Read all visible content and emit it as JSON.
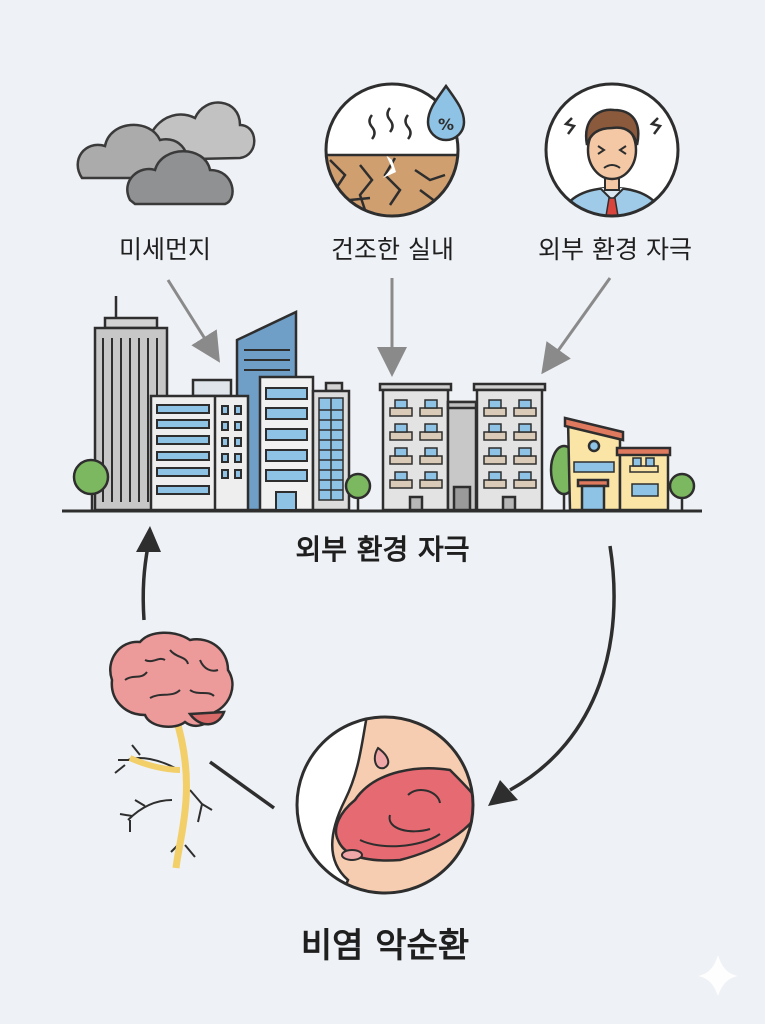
{
  "diagram": {
    "type": "cycle",
    "top_labels": {
      "dust": "미세먼지",
      "dry_indoor": "건조한 실내",
      "external_stimuli": "외부 환경 자극"
    },
    "city_label": "외부 환경 자극",
    "nose_label": "비염 악순환",
    "dry_icon_symbol": "%",
    "icons": [
      "clouds-icon",
      "dry-cracked-ground-icon",
      "stressed-person-icon",
      "city-buildings-icon",
      "brain-nerve-icon",
      "inflamed-nose-icon"
    ],
    "colors": {
      "background": "#eef1f5",
      "outline": "#2e2e2e",
      "arrow_gray": "#8a8a8a",
      "building_gray": "#c9c9c9",
      "glass_blue": "#7fb2d6",
      "tree_green": "#7cb85f",
      "soil_tan": "#cf9f70",
      "brain_pink": "#ec9a9a",
      "nerve_yellow": "#f3cf6a",
      "nose_red": "#e66a72",
      "skin": "#f6cdb0"
    },
    "flow": [
      {
        "from": "미세먼지",
        "to": "외부 환경 자극"
      },
      {
        "from": "건조한 실내",
        "to": "외부 환경 자극"
      },
      {
        "from": "외부 환경 자극",
        "to": "외부 환경 자극"
      },
      {
        "from": "외부 환경 자극",
        "to": "비염 악순환"
      },
      {
        "from": "비염 악순환",
        "to": "brain"
      },
      {
        "from": "brain",
        "to": "외부 환경 자극"
      }
    ]
  }
}
